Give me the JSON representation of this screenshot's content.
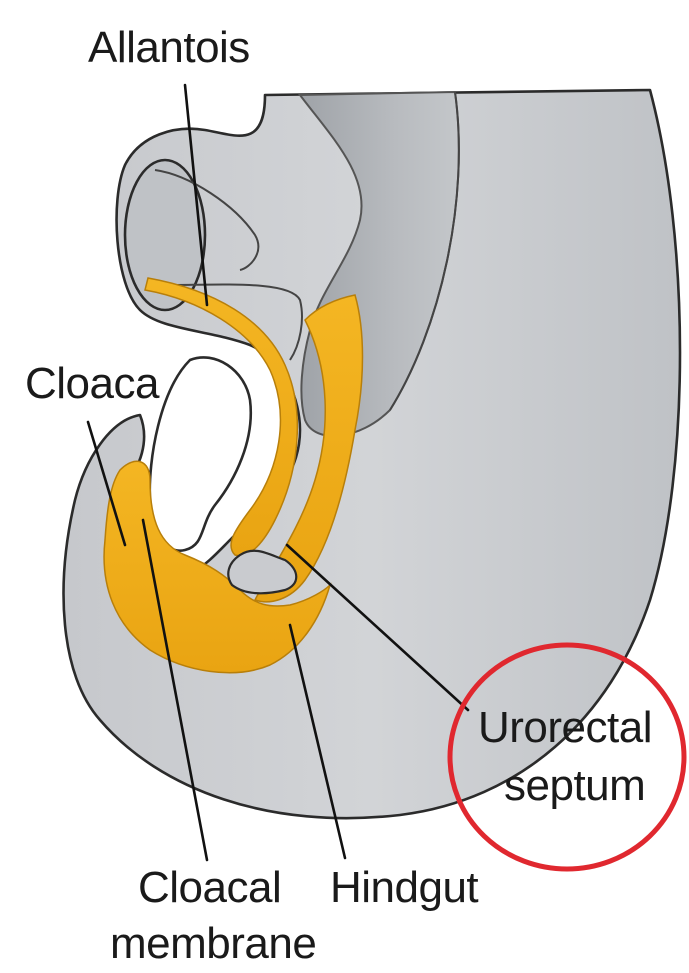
{
  "labels": {
    "allantois": "Allantois",
    "cloaca": "Cloaca",
    "urorectal_line1": "Urorectal",
    "urorectal_line2": "septum",
    "hindgut": "Hindgut",
    "cloacal_line1": "Cloacal",
    "cloacal_line2": "membrane"
  },
  "colors": {
    "tissue": "#cfd1d4",
    "tissue_dark": "#a9acb1",
    "endoderm": "#f2b21d",
    "highlight": "#e0282f"
  }
}
